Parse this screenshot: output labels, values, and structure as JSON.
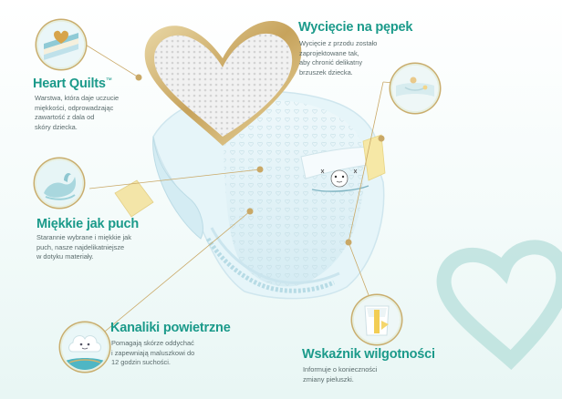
{
  "features": {
    "heart_quilts": {
      "title": "Heart Quilts",
      "trademark": "™",
      "text": "Warstwa, która daje uczucie\nmiękkości, odprowadzając\nzawartość z dala od\nskóry dziecka."
    },
    "navel_cutout": {
      "title": "Wycięcie na pępek",
      "text": "Wycięcie z przodu zostało\nzaprojektowane tak,\naby chronić delikatny\nbrzuszek dziecka."
    },
    "soft_as_down": {
      "title": "Miękkie jak puch",
      "text": "Starannie wybrane i miękkie jak\npuch, nasze najdelikatniejsze\nw dotyku materiały."
    },
    "air_channels": {
      "title": "Kanaliki powietrzne",
      "text": "Pomagają skórze oddychać\ni zapewniają maluszkowi do\n12 godzin suchości."
    },
    "wetness_indicator": {
      "title": "Wskaźnik wilgotności",
      "text": "Informuje o konieczności\nzmiany pieluszki."
    }
  },
  "colors": {
    "accent_teal": "#1b9a8a",
    "body_text": "#5a6b6c",
    "gold_ring": "#c9ad6d",
    "diaper_blue": "#dff2f6"
  },
  "icons": {
    "heart_quilts": "layered-heart-cutaway-icon",
    "soft_as_down": "soft-swan-icon",
    "air_channels": "cloud-baby-icon",
    "navel_cutout": "navel-cutout-icon",
    "wetness_indicator": "wetness-indicator-icon"
  }
}
